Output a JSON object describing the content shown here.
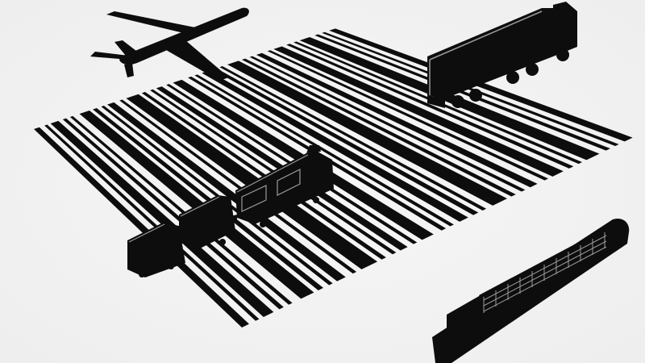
{
  "scene": {
    "background_color": "#eeeeee",
    "background_center_color": "#f6f6f6",
    "ink_color": "#0d0d0d",
    "highlight_color": "#9a9a9a",
    "objects": [
      {
        "name": "airplane",
        "icon": "airplane-icon"
      },
      {
        "name": "truck",
        "icon": "truck-icon"
      },
      {
        "name": "freight-train",
        "icon": "train-icon"
      },
      {
        "name": "container-ship",
        "icon": "ship-icon"
      },
      {
        "name": "barcode",
        "icon": "barcode-icon"
      }
    ]
  }
}
